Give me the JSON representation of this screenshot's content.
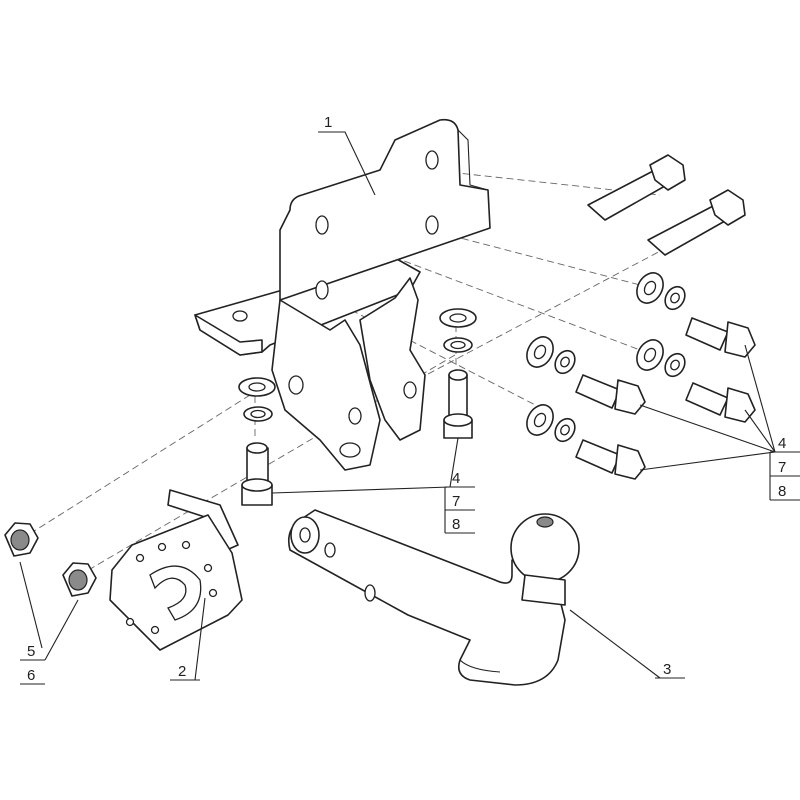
{
  "labels": {
    "part_1": "1",
    "part_2": "2",
    "part_3": "3",
    "part_4_left": "4",
    "part_7_left": "7",
    "part_8_left": "8",
    "part_4_right": "4",
    "part_7_right": "7",
    "part_8_right": "8",
    "part_5": "5",
    "part_6": "6"
  }
}
